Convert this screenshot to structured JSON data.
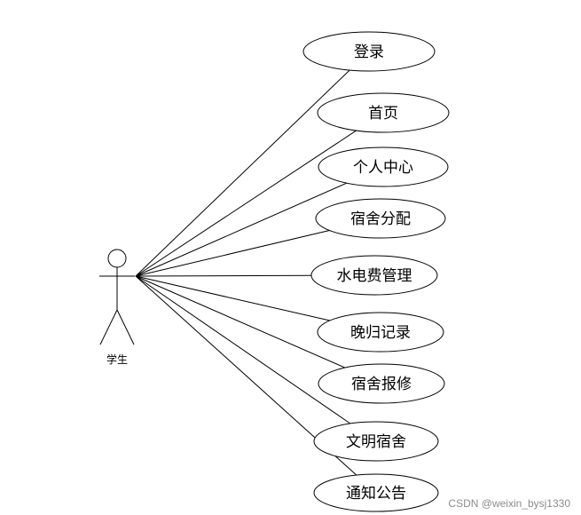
{
  "actor": {
    "label": "学生"
  },
  "use_cases": [
    {
      "label": "登录"
    },
    {
      "label": "首页"
    },
    {
      "label": "个人中心"
    },
    {
      "label": "宿舍分配"
    },
    {
      "label": "水电费管理"
    },
    {
      "label": "晚归记录"
    },
    {
      "label": "宿舍报修"
    },
    {
      "label": "文明宿舍"
    },
    {
      "label": "通知公告"
    }
  ],
  "watermark": "CSDN @weixin_bysj1330"
}
